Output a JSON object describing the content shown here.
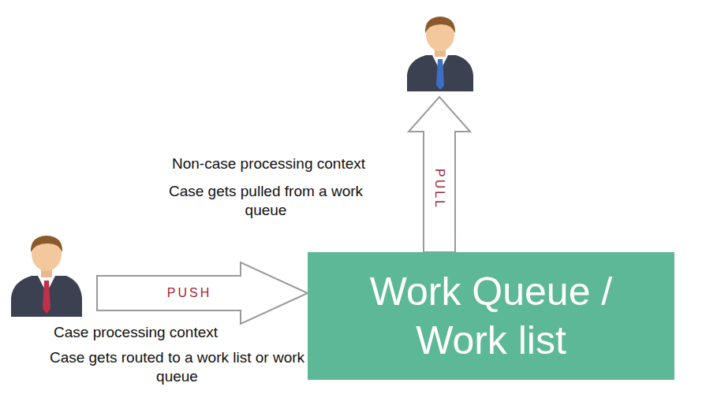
{
  "diagram": {
    "nodes": [
      {
        "text": [
          "Work Queue / Work list"
        ]
      }
    ],
    "labels": [
      "Non-case processing context",
      "Case gets pulled from a work queue",
      "PULL",
      "PUSH",
      "Case processing context",
      "Case gets routed to a work list or work queue"
    ]
  }
}
